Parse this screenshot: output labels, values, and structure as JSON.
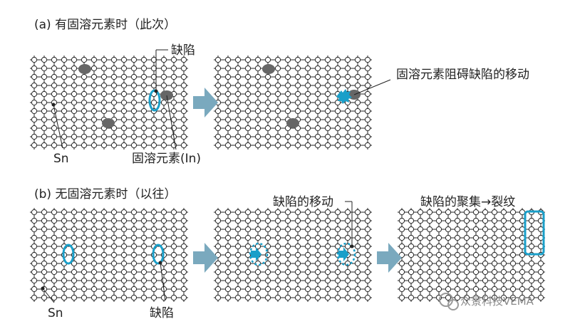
{
  "section_a": {
    "title": "(a) 有固溶元素时（此次）",
    "defect_label": "缺陷",
    "solute_label": "固溶元素(In)",
    "sn_label": "Sn",
    "blocked_label": "固溶元素阻碍缺陷的移动"
  },
  "section_b": {
    "title": "(b) 无固溶元素时（以往）",
    "sn_label": "Sn",
    "defect_label": "缺陷",
    "moving_label": "缺陷的移动",
    "crack_label": "缺陷的聚集→裂纹"
  },
  "watermark": {
    "text": "众景科技VEMA"
  },
  "colors": {
    "grid": "#222222",
    "defect": "#1a9fc9",
    "arrow": "#7aa9be",
    "solute": "#666666"
  }
}
